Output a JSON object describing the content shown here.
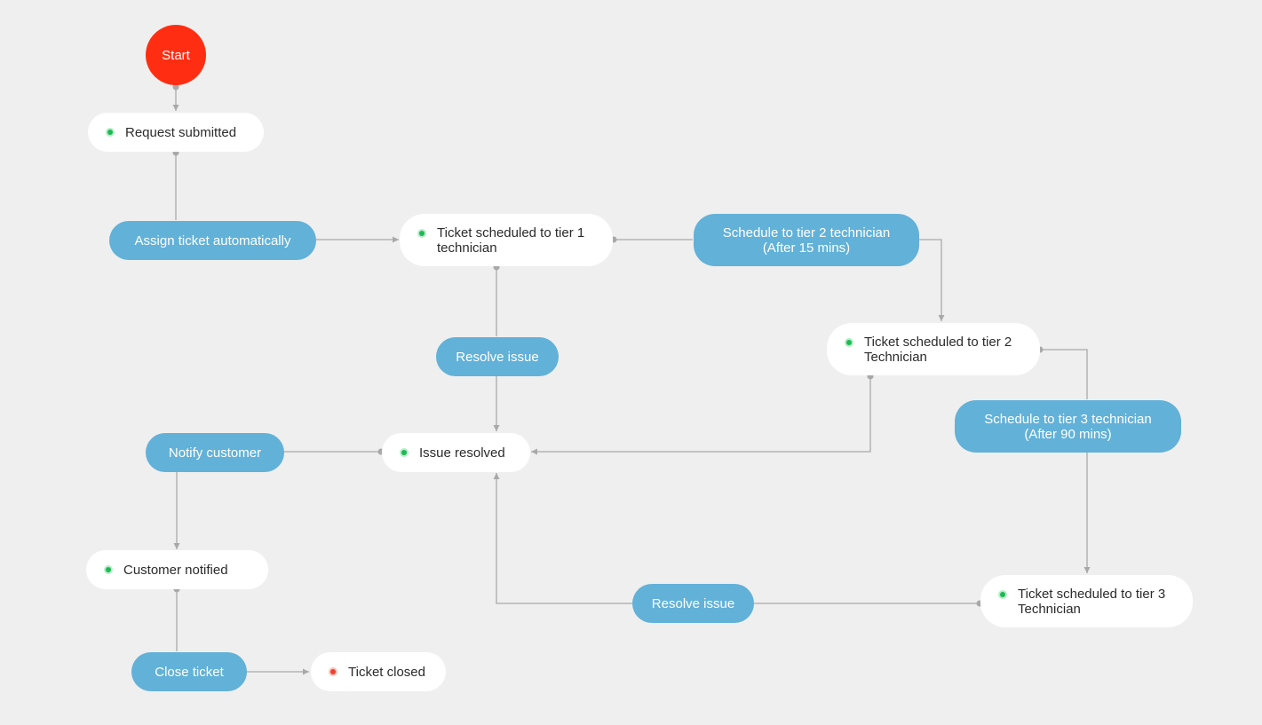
{
  "diagram": {
    "start": "Start",
    "states": {
      "request_submitted": "Request submitted",
      "tier1": "Ticket scheduled to tier 1\ntechnician",
      "tier2": "Ticket scheduled to tier 2\nTechnician",
      "tier3": "Ticket scheduled to tier 3\nTechnician",
      "issue_resolved": "Issue resolved",
      "customer_notified": "Customer notified",
      "ticket_closed": "Ticket closed"
    },
    "actions": {
      "assign_auto": "Assign ticket automatically",
      "schedule_tier2": "Schedule to tier 2 technician\n(After 15 mins)",
      "schedule_tier3": "Schedule to tier 3 technician\n(After 90 mins)",
      "resolve_issue_1": "Resolve issue",
      "resolve_issue_2": "Resolve issue",
      "notify_customer": "Notify customer",
      "close_ticket": "Close ticket"
    },
    "colors": {
      "start": "#ff2e12",
      "action": "#62b1d8",
      "state_background": "#ffffff",
      "status_active": "#1db954",
      "status_closed": "#f0412f",
      "connector": "#a9a9a9",
      "background": "#efefef"
    }
  }
}
